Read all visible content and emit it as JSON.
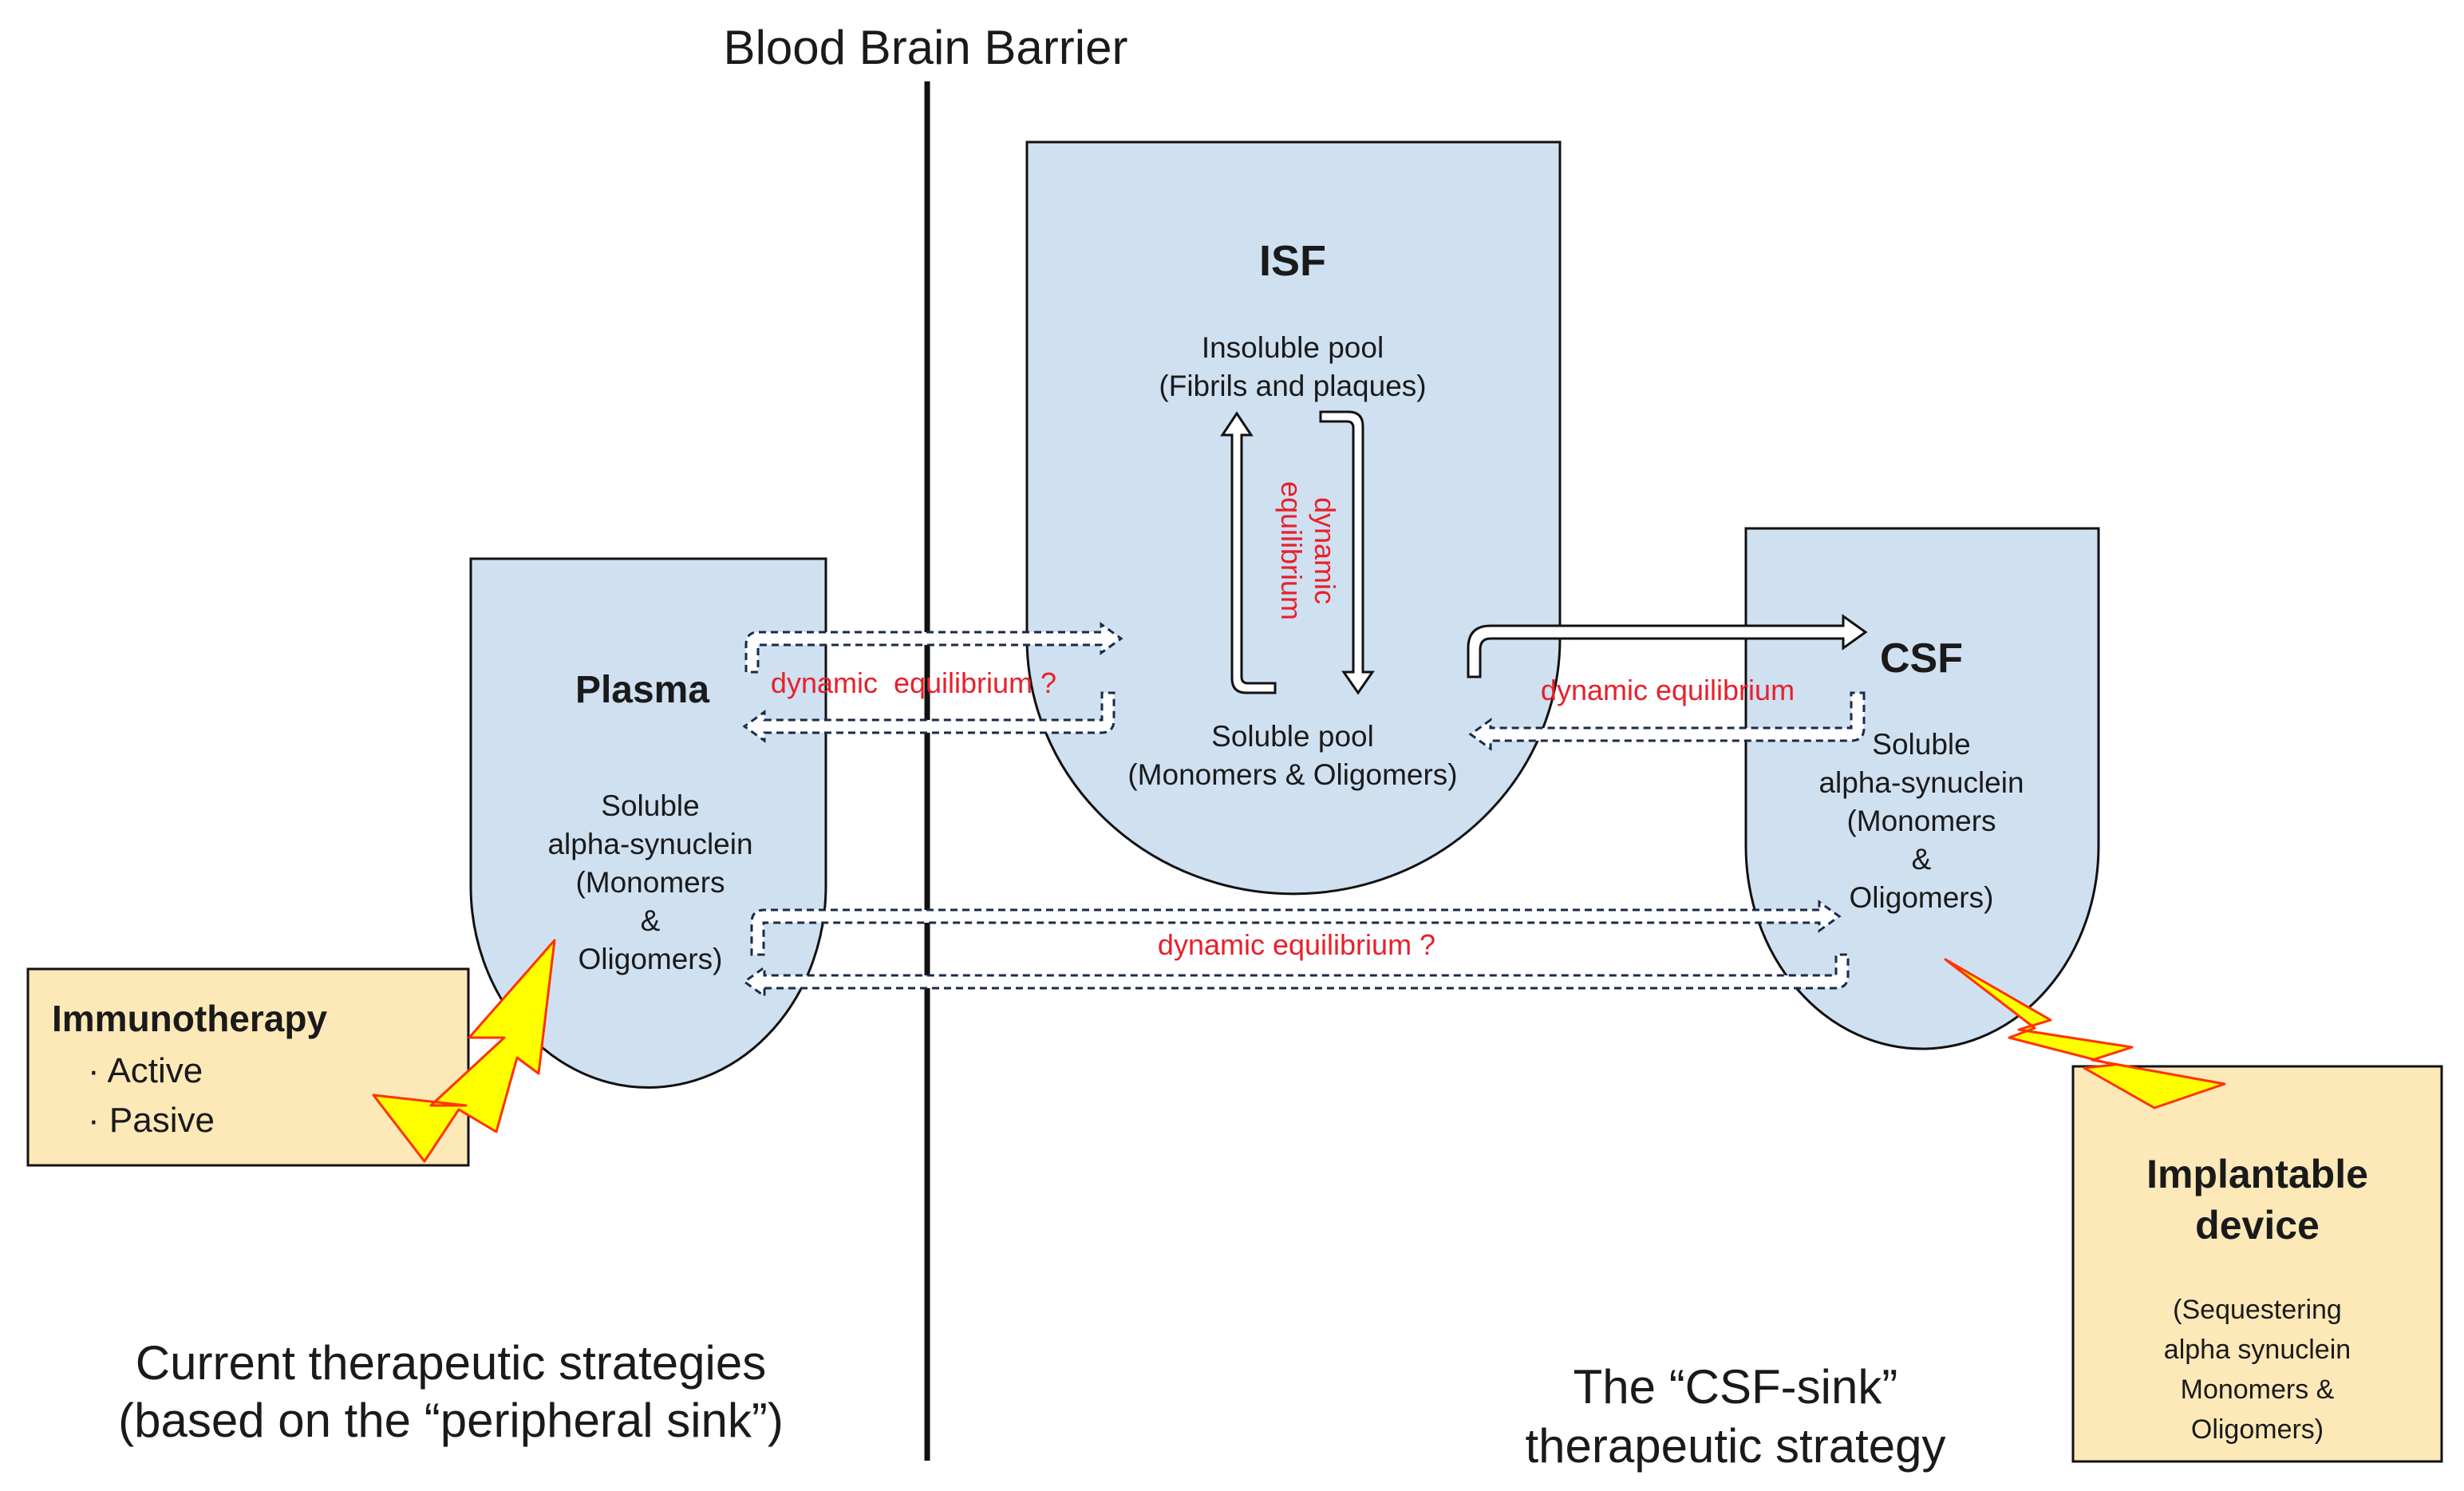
{
  "barrier_title": "Blood Brain Barrier",
  "isf": {
    "title": "ISF",
    "insoluble_line1": "Insoluble pool",
    "insoluble_line2": "(Fibrils and plaques)",
    "vertical_label_line1": "dynamic",
    "vertical_label_line2": "equilibrium",
    "soluble_line1": "Soluble pool",
    "soluble_line2": "(Monomers & Oligomers)"
  },
  "plasma": {
    "title": "Plasma",
    "line1": "Soluble",
    "line2": "alpha-synuclein",
    "line3": "(Monomers",
    "line4": "&",
    "line5": "Oligomers)"
  },
  "csf": {
    "title": "CSF",
    "line1": "Soluble",
    "line2": "alpha-synuclein",
    "line3": "(Monomers",
    "line4": "&",
    "line5": "Oligomers)"
  },
  "equilibria": {
    "plasma_isf": "dynamic  equilibrium ?",
    "isf_csf": "dynamic equilibrium",
    "plasma_csf": "dynamic equilibrium ?"
  },
  "immunotherapy": {
    "title": "Immunotherapy",
    "item1": "· Active",
    "item2": "· Pasive"
  },
  "implant": {
    "title_line1": "Implantable",
    "title_line2": "device",
    "sub1": "(Sequestering",
    "sub2": "alpha synuclein",
    "sub3": "Monomers &",
    "sub4": "Oligomers)"
  },
  "left_caption": {
    "line1": "Current therapeutic strategies",
    "line2": "(based on the “peripheral sink”)"
  },
  "right_caption": {
    "line1": "The “CSF-sink”",
    "line2": "therapeutic strategy"
  },
  "colors": {
    "compartment_fill": "#cfe0f1",
    "box_fill": "#fde9b8",
    "bolt_fill": "#ffff00",
    "bolt_stroke": "#ff3300",
    "equilibrium_text": "#e8202a"
  }
}
